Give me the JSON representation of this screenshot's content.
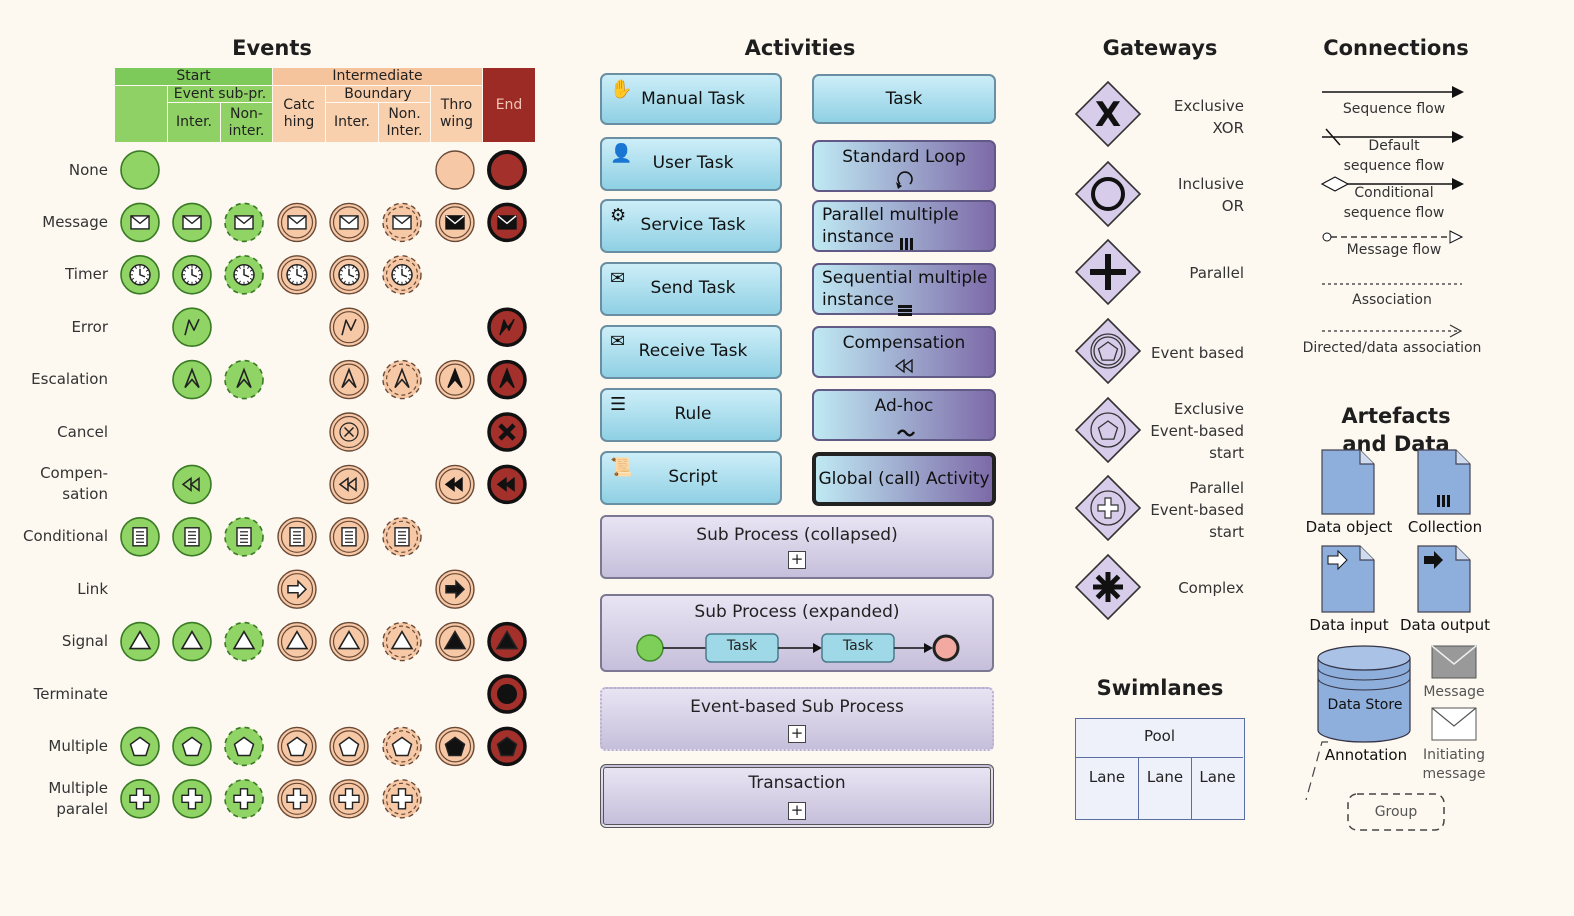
{
  "headings": {
    "events": "Events",
    "activities": "Activities",
    "gateways": "Gateways",
    "connections": "Connections",
    "artefacts": "Artefacts and Data",
    "swimlanes": "Swimlanes"
  },
  "events_header": {
    "start": "Start",
    "intermediate": "Intermediate",
    "end": "End",
    "event_subpr": "Event sub-pr.",
    "boundary": "Boundary",
    "inter": "Inter.",
    "non_inter": "Non-\ninter.",
    "catching": "Catc\nhing",
    "b_inter": "Inter.",
    "b_non_inter": "Non.\nInter.",
    "throwing": "Thro\nwing"
  },
  "event_rows": [
    {
      "label": "None",
      "icon": "none",
      "cells": [
        1,
        0,
        0,
        0,
        0,
        0,
        1,
        1
      ]
    },
    {
      "label": "Message",
      "icon": "envelope",
      "cells": [
        1,
        1,
        1,
        1,
        1,
        1,
        1,
        1
      ]
    },
    {
      "label": "Timer",
      "icon": "clock",
      "cells": [
        1,
        1,
        1,
        1,
        1,
        1,
        0,
        0
      ]
    },
    {
      "label": "Error",
      "icon": "lightning",
      "cells": [
        0,
        1,
        0,
        0,
        1,
        0,
        0,
        1
      ]
    },
    {
      "label": "Escalation",
      "icon": "escalation",
      "cells": [
        0,
        1,
        1,
        0,
        1,
        1,
        1,
        1
      ]
    },
    {
      "label": "Cancel",
      "icon": "cancel",
      "cells": [
        0,
        0,
        0,
        0,
        1,
        0,
        0,
        1
      ]
    },
    {
      "label": "Compen-\nsation",
      "icon": "rewind",
      "cells": [
        0,
        1,
        0,
        0,
        1,
        0,
        1,
        1
      ]
    },
    {
      "label": "Conditional",
      "icon": "list",
      "cells": [
        1,
        1,
        1,
        1,
        1,
        1,
        0,
        0
      ]
    },
    {
      "label": "Link",
      "icon": "arrow",
      "cells": [
        0,
        0,
        0,
        1,
        0,
        0,
        1,
        0
      ]
    },
    {
      "label": "Signal",
      "icon": "triangle",
      "cells": [
        1,
        1,
        1,
        1,
        1,
        1,
        1,
        1
      ]
    },
    {
      "label": "Terminate",
      "icon": "terminate",
      "cells": [
        0,
        0,
        0,
        0,
        0,
        0,
        0,
        1
      ]
    },
    {
      "label": "Multiple",
      "icon": "pentagon",
      "cells": [
        1,
        1,
        1,
        1,
        1,
        1,
        1,
        1
      ]
    },
    {
      "label": "Multiple\nparalel",
      "icon": "plus",
      "cells": [
        1,
        1,
        1,
        1,
        1,
        1,
        0,
        0
      ]
    }
  ],
  "activities": {
    "left": [
      {
        "label": "Manual Task",
        "icon": "hand-icon"
      },
      {
        "label": "User Task",
        "icon": "user-icon"
      },
      {
        "label": "Service Task",
        "icon": "gear-icon"
      },
      {
        "label": "Send Task",
        "icon": "filled-envelope-icon"
      },
      {
        "label": "Receive Task",
        "icon": "envelope-icon"
      },
      {
        "label": "Rule",
        "icon": "table-icon"
      },
      {
        "label": "Script",
        "icon": "scroll-icon"
      }
    ],
    "right": [
      {
        "label": "Task",
        "marker": ""
      },
      {
        "label": "Standard Loop",
        "marker": "loop"
      },
      {
        "label": "Parallel multiple\ninstance",
        "marker": "parallel"
      },
      {
        "label": "Sequential multiple\ninstance",
        "marker": "sequential"
      },
      {
        "label": "Compensation",
        "marker": "compensation"
      },
      {
        "label": "Ad-hoc",
        "marker": "adhoc"
      },
      {
        "label": "Global (call) Activity",
        "marker": "call"
      }
    ],
    "sub_collapsed": "Sub Process (collapsed)",
    "sub_expanded": "Sub Process (expanded)",
    "expanded_task_1": "Task",
    "expanded_task_2": "Task",
    "event_sub": "Event-based Sub Process",
    "transaction": "Transaction"
  },
  "gateways": [
    {
      "label": "Exclusive\nXOR",
      "icon": "x"
    },
    {
      "label": "Inclusive\nOR",
      "icon": "circle"
    },
    {
      "label": "Parallel",
      "icon": "plus"
    },
    {
      "label": "Event based",
      "icon": "event"
    },
    {
      "label": "Exclusive\nEvent-based\nstart",
      "icon": "exstart"
    },
    {
      "label": "Parallel\nEvent-based\nstart",
      "icon": "parstart"
    },
    {
      "label": "Complex",
      "icon": "asterisk"
    }
  ],
  "connections": [
    {
      "label": "Sequence flow"
    },
    {
      "label": "Default\nsequence flow"
    },
    {
      "label": "Conditional\nsequence flow"
    },
    {
      "label": "Message flow"
    },
    {
      "label": "Association"
    },
    {
      "label": "Directed/data association"
    }
  ],
  "artefacts": {
    "data_object": "Data object",
    "collection": "Collection",
    "data_input": "Data input",
    "data_output": "Data output",
    "data_store": "Data Store",
    "message": "Message",
    "annotation": "Annotation",
    "initiating_message": "Initiating\nmessage",
    "group": "Group"
  },
  "swimlanes": {
    "pool": "Pool",
    "lanes": [
      "Lane",
      "Lane",
      "Lane"
    ]
  },
  "colors": {
    "start": "#9ed46a",
    "start_dark": "#3f8a2a",
    "intermediate": "#f8c9a4",
    "inter_dark": "#8a5a3a",
    "end": "#9b2b24",
    "task_top": "#cdeef8",
    "task_bottom": "#8fd0e4",
    "purple": "#7d6aa8",
    "gateway": "#cfc4e6"
  }
}
